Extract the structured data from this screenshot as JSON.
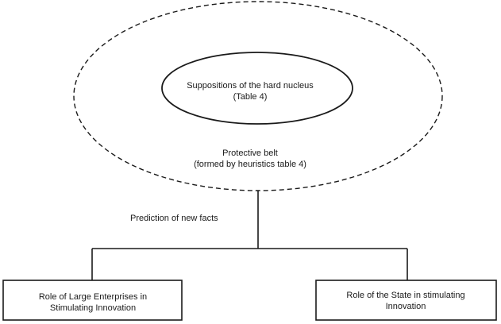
{
  "nucleus": {
    "line1": "Suppositions of the hard nucleus",
    "line2": "(Table 4)"
  },
  "belt": {
    "line1": "Protective belt",
    "line2": "(formed by heuristics table 4)"
  },
  "connector": {
    "label": "Prediction of new facts"
  },
  "outcomes": {
    "left": {
      "line1": "Role of Large Enterprises in",
      "line2": "Stimulating Innovation"
    },
    "right": {
      "line1": "Role of the State in stimulating",
      "line2": "Innovation"
    }
  },
  "colors": {
    "stroke": "#1a1a1a",
    "background": "#ffffff"
  }
}
